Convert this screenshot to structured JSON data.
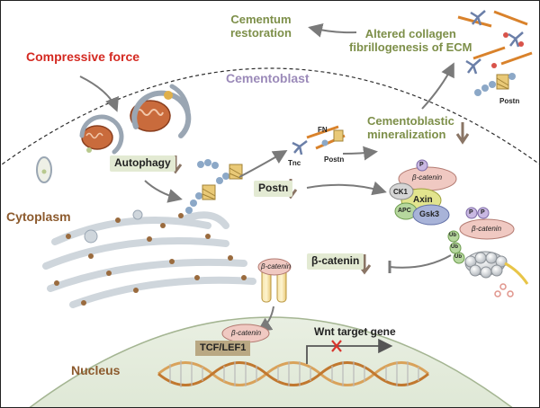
{
  "labels": {
    "compressive_force": "Compressive force",
    "cementoblast": "Cementoblast",
    "cementum_restoration": "Cementum\nrestoration",
    "altered_collagen": "Altered collagen\nfibrillogenesis of ECM",
    "cementoblastic_mineralization": "Cementoblastic\nmineralization",
    "autophagy": "Autophagy",
    "postn_box": "Postn",
    "cytoplasm": "Cytoplasm",
    "nucleus": "Nucleus",
    "beta_catenin_box": "β-catenin",
    "tcf_lef1": "TCF/LEF1",
    "wnt_target_gene": "Wnt target gene",
    "fn": "FN",
    "tnc": "Tnc",
    "postn_small_1": "Postn",
    "postn_small_2": "Postn",
    "ck1": "CK1",
    "axin": "Axin",
    "apc": "APC",
    "gsk3": "Gsk3",
    "beta_catenin_complex": "β-catenin",
    "beta_catenin_ub": "β-catenin",
    "beta_catenin_membrane": "β-catenin",
    "beta_catenin_nuclear": "β-catenin",
    "p": "P",
    "ub": "Ub"
  },
  "colors": {
    "force_red": "#d42a22",
    "cementoblast_purple": "#9b8ab9",
    "olive_text": "#7d8f49",
    "brown_text": "#8c5a2d",
    "box_fill": "#e3ead3",
    "arrow_gray": "#7a7a7a",
    "down_arrow_brown": "#8a7565",
    "nucleus_fill": "#e5ecde",
    "er_gray": "#cfd6dc",
    "inhibit_red": "#d8342c"
  },
  "icons": [
    "mitochondrion-icon",
    "lysosome-icon",
    "autophagosome-icon",
    "dna-helix-icon",
    "proteasome-icon",
    "ubiquitin-icon",
    "phosphate-icon",
    "receptor-icon",
    "collagen-fiber-icon",
    "postn-protein-icon",
    "inhibit-cross-icon"
  ]
}
